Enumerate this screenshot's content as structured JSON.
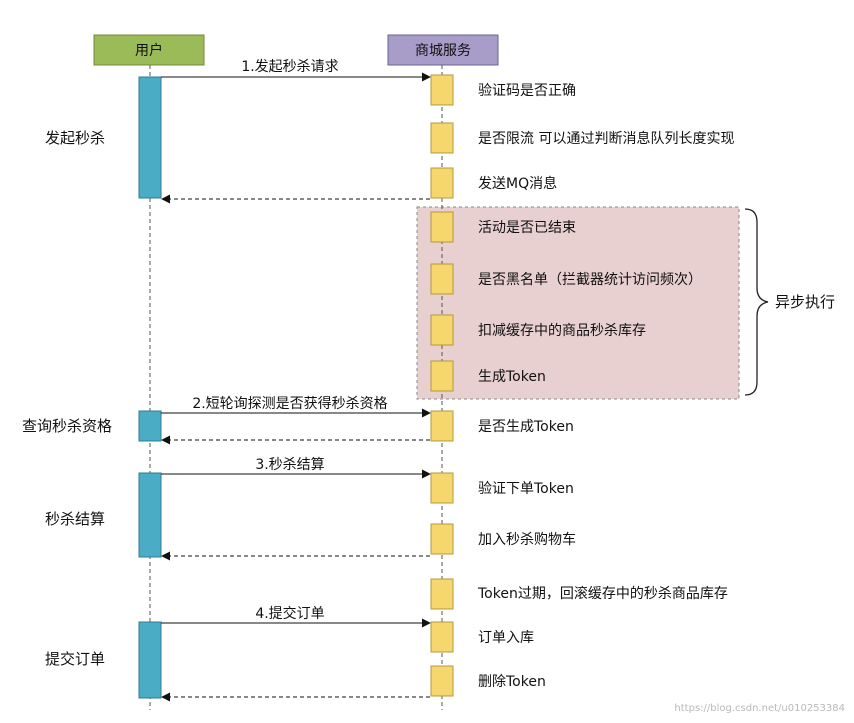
{
  "participants": {
    "user": "用户",
    "service": "商城服务"
  },
  "colors": {
    "user_header": "#9bbb59",
    "service_header": "#a89cc8",
    "user_bar": "#4bacc6",
    "service_bar": "#f5d76e",
    "async_fill": "#e8cfd0",
    "lifeline": "#555555",
    "arrow": "#111111"
  },
  "phases": [
    "发起秒杀",
    "查询秒杀资格",
    "秒杀结算",
    "提交订单"
  ],
  "messages": [
    "1.发起秒杀请求",
    "2.短轮询探测是否获得秒杀资格",
    "3.秒杀结算",
    "4.提交订单"
  ],
  "steps": [
    "验证码是否正确",
    "是否限流 可以通过判断消息队列长度实现",
    "发送MQ消息",
    "活动是否已结束",
    "是否黑名单（拦截器统计访问频次）",
    "扣减缓存中的商品秒杀库存",
    "生成Token",
    "是否生成Token",
    "验证下单Token",
    "加入秒杀购物车",
    "Token过期，回滚缓存中的秒杀商品库存",
    "订单入库",
    "删除Token"
  ],
  "async_label": "异步执行",
  "watermark": "https://blog.csdn.net/u010253384"
}
